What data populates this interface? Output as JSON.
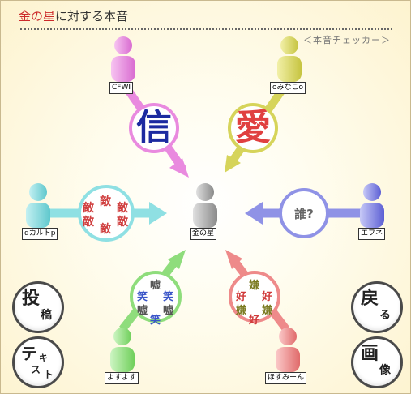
{
  "title": {
    "prefix": "金の星",
    "suffix": "に対する本音"
  },
  "subtitle": "＜本音チェッカー＞",
  "center_user": "金の星",
  "users": {
    "top_left": "CFWI",
    "top_right": "oみなこo",
    "left": "qカルトp",
    "right": "エフネ",
    "bottom_left": "よすよす",
    "bottom_right": "ほすみーん"
  },
  "badges": {
    "trust": "信",
    "love": "愛",
    "who": "誰?",
    "enemy": [
      "敵",
      "敵",
      "敵",
      "敵",
      "敵",
      "敵"
    ],
    "laugh_lie": [
      "嘘",
      "笑",
      "笑",
      "嘘",
      "嘘",
      "笑"
    ],
    "like_dislike": [
      "嫌",
      "好",
      "好",
      "嫌",
      "嫌",
      "好"
    ]
  },
  "buttons": {
    "post": [
      "投",
      "稿"
    ],
    "back": [
      "戻",
      "る"
    ],
    "text": [
      "テ",
      "キ",
      "ス",
      "ト"
    ],
    "image": [
      "画",
      "像"
    ]
  },
  "colors": {
    "pink": "#e98adf",
    "yellow": "#d6d45a",
    "cyan": "#7fd9dd",
    "blue": "#7c7fe0",
    "green": "#8fdd7c",
    "red": "#ee8a8a",
    "grey": "#9a9a9a"
  }
}
